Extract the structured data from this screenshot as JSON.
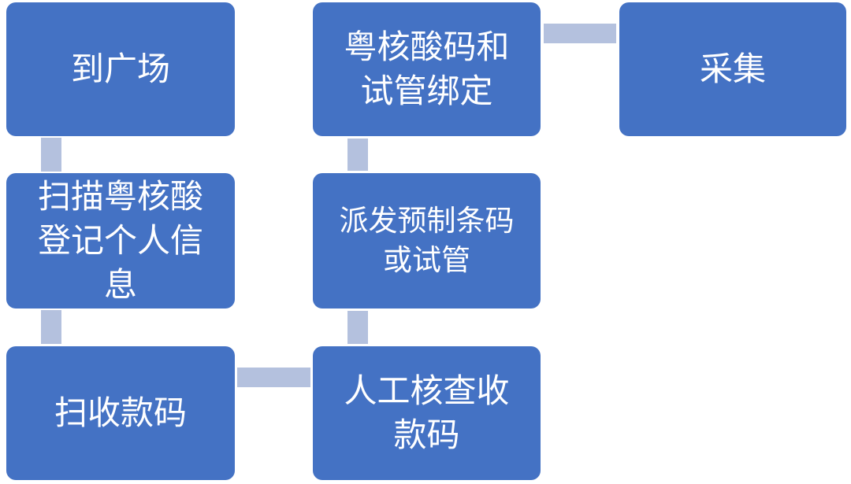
{
  "colors": {
    "box": "#4472c4",
    "connector": "#b4c1de",
    "text": "#ffffff"
  },
  "steps": [
    {
      "lines": [
        "到广场"
      ]
    },
    {
      "lines": [
        "扫描粤核酸",
        "登记个人信",
        "息"
      ]
    },
    {
      "lines": [
        "扫收款码"
      ]
    },
    {
      "lines": [
        "人工核查收",
        "款码"
      ]
    },
    {
      "lines": [
        "派发预制条码",
        "或试管"
      ]
    },
    {
      "lines": [
        "粤核酸码和",
        "试管绑定"
      ]
    },
    {
      "lines": [
        "采集"
      ]
    }
  ]
}
